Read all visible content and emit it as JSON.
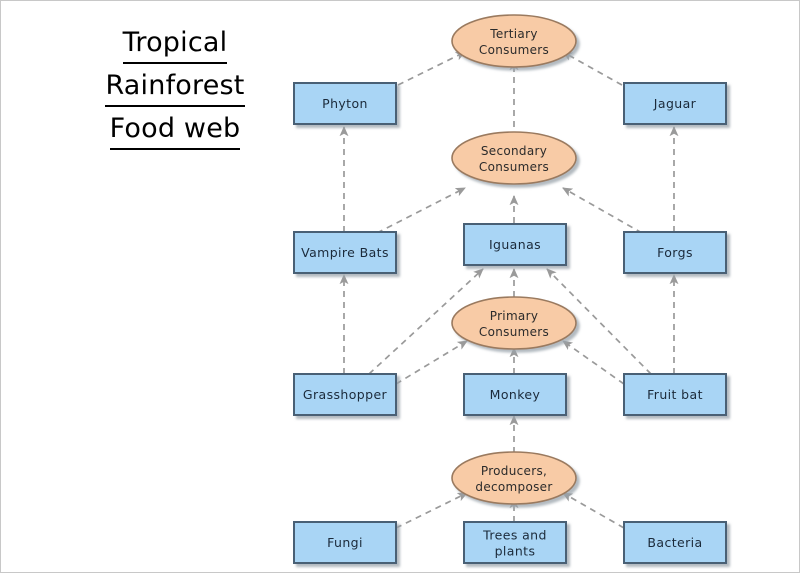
{
  "title": {
    "lines": [
      "Tropical",
      "Rainforest",
      "Food web"
    ]
  },
  "palette": {
    "box_fill": "#A9D5F5",
    "box_stroke": "#4A6074",
    "ellipse_fill": "#F8CBA6",
    "ellipse_stroke": "#9A7A5F",
    "edge": "#9A9A9A",
    "background": "#FFFFFF",
    "text": "#1B2A3A"
  },
  "chart_data": {
    "type": "diagram",
    "title": "Tropical Rainforest Food web",
    "trophic_levels": [
      "Producers, decomposer",
      "Primary Consumers",
      "Secondary Consumers",
      "Tertiary Consumers"
    ],
    "organisms": [
      "Fungi",
      "Trees and plants",
      "Bacteria",
      "Grasshopper",
      "Monkey",
      "Fruit bat",
      "Vampire Bats",
      "Iguanas",
      "Forgs",
      "Phyton",
      "Jaguar"
    ],
    "edges": [
      {
        "from": "Fungi",
        "to": "Producers, decomposer"
      },
      {
        "from": "Trees and plants",
        "to": "Producers, decomposer"
      },
      {
        "from": "Bacteria",
        "to": "Producers, decomposer"
      },
      {
        "from": "Trees and plants",
        "to": "Monkey"
      },
      {
        "from": "Grasshopper",
        "to": "Primary Consumers"
      },
      {
        "from": "Monkey",
        "to": "Primary Consumers"
      },
      {
        "from": "Fruit bat",
        "to": "Primary Consumers"
      },
      {
        "from": "Grasshopper",
        "to": "Vampire Bats"
      },
      {
        "from": "Grasshopper",
        "to": "Iguanas"
      },
      {
        "from": "Primary Consumers",
        "to": "Iguanas"
      },
      {
        "from": "Fruit bat",
        "to": "Iguanas"
      },
      {
        "from": "Fruit bat",
        "to": "Forgs"
      },
      {
        "from": "Vampire Bats",
        "to": "Secondary Consumers"
      },
      {
        "from": "Iguanas",
        "to": "Secondary Consumers"
      },
      {
        "from": "Forgs",
        "to": "Secondary Consumers"
      },
      {
        "from": "Vampire Bats",
        "to": "Phyton"
      },
      {
        "from": "Forgs",
        "to": "Jaguar"
      },
      {
        "from": "Phyton",
        "to": "Tertiary Consumers"
      },
      {
        "from": "Secondary Consumers",
        "to": "Tertiary Consumers"
      },
      {
        "from": "Jaguar",
        "to": "Tertiary Consumers"
      }
    ]
  },
  "nodes": {
    "tertiary_consumers": {
      "line1": "Tertiary",
      "line2": "Consumers"
    },
    "secondary_consumers": {
      "line1": "Secondary",
      "line2": "Consumers"
    },
    "primary_consumers": {
      "line1": "Primary",
      "line2": "Consumers"
    },
    "producers_decomposer": {
      "line1": "Producers,",
      "line2": "decomposer"
    },
    "phyton": {
      "label": "Phyton"
    },
    "jaguar": {
      "label": "Jaguar"
    },
    "vampire_bats": {
      "label": "Vampire Bats"
    },
    "iguanas": {
      "label": "Iguanas"
    },
    "forgs": {
      "label": "Forgs"
    },
    "grasshopper": {
      "label": "Grasshopper"
    },
    "monkey": {
      "label": "Monkey"
    },
    "fruit_bat": {
      "label": "Fruit bat"
    },
    "fungi": {
      "label": "Fungi"
    },
    "trees_and_plants": {
      "line1": "Trees and",
      "line2": "plants"
    },
    "bacteria": {
      "label": "Bacteria"
    }
  }
}
